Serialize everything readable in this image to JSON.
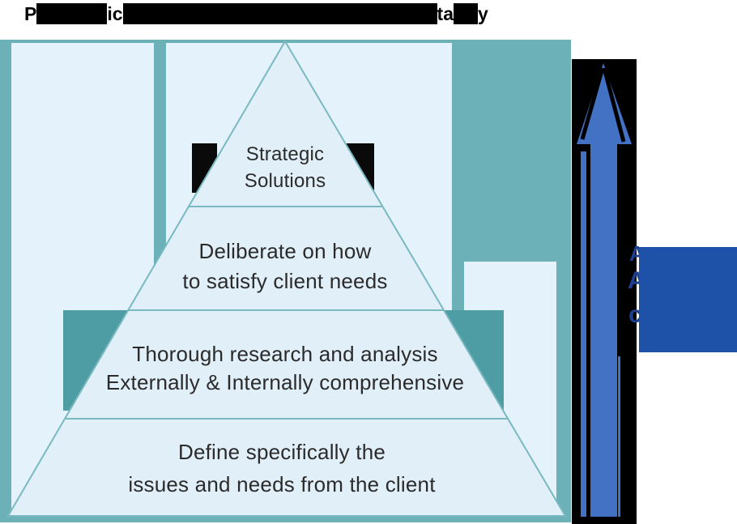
{
  "title": {
    "redacted": true,
    "fragments": [
      "P",
      "ic",
      "ta",
      "y"
    ]
  },
  "pyramid": {
    "layers": [
      {
        "name": "strategic-solutions",
        "lines": [
          "Strategic",
          "Solutions"
        ]
      },
      {
        "name": "deliberate-needs",
        "lines": [
          "Deliberate on how",
          "to satisfy client needs"
        ]
      },
      {
        "name": "research-analysis",
        "lines": [
          "Thorough research and analysis",
          "Externally & Internally comprehensive"
        ]
      },
      {
        "name": "define-issues",
        "lines": [
          "Define specifically the",
          "issues and needs from the client"
        ]
      }
    ]
  },
  "arrow_panel": {
    "fragments": [
      "A",
      "A",
      "c"
    ]
  },
  "colors": {
    "slide_teal": "#6db1b8",
    "dark_teal": "#4f9da4",
    "panel_blue": "#e4f2fb",
    "pyramid_fill": "#e1eff9",
    "pyramid_border": "#79b9c0",
    "arrow_blue": "#4372c4",
    "cover_blue": "#1e52a8",
    "fragment_blue": "#1d3f8f",
    "redaction_black": "#000000",
    "text_dark": "#2b2b2b"
  }
}
